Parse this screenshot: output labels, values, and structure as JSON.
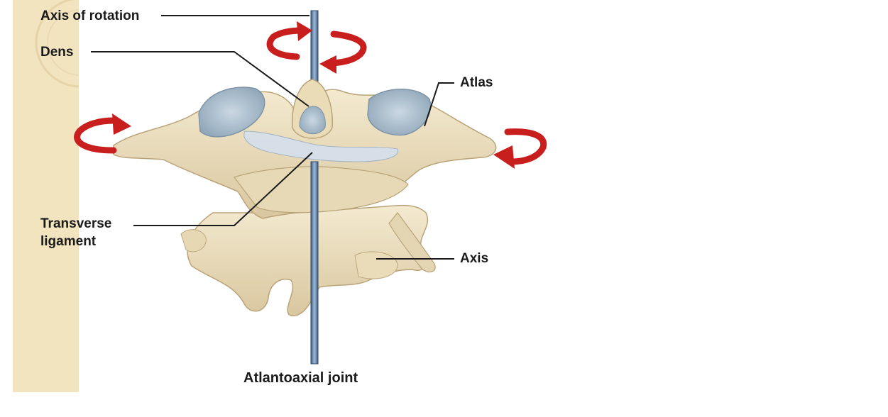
{
  "labels": {
    "axis_of_rotation": "Axis of rotation",
    "dens": "Dens",
    "atlas": "Atlas",
    "transverse_line1": "Transverse",
    "transverse_line2": "ligament",
    "axis": "Axis"
  },
  "caption": "Atlantoaxial joint",
  "colors": {
    "bone": "#ece0c0",
    "bone_shadow": "#cdb98e",
    "cartilage": "#a9bcca",
    "ligament": "#d6e0ea",
    "rotation_arrow": "#c81e1e",
    "axis_rod": "#5a7ea6",
    "side_band": "#f2e4bf",
    "leader_line": "#1a1a1a"
  }
}
